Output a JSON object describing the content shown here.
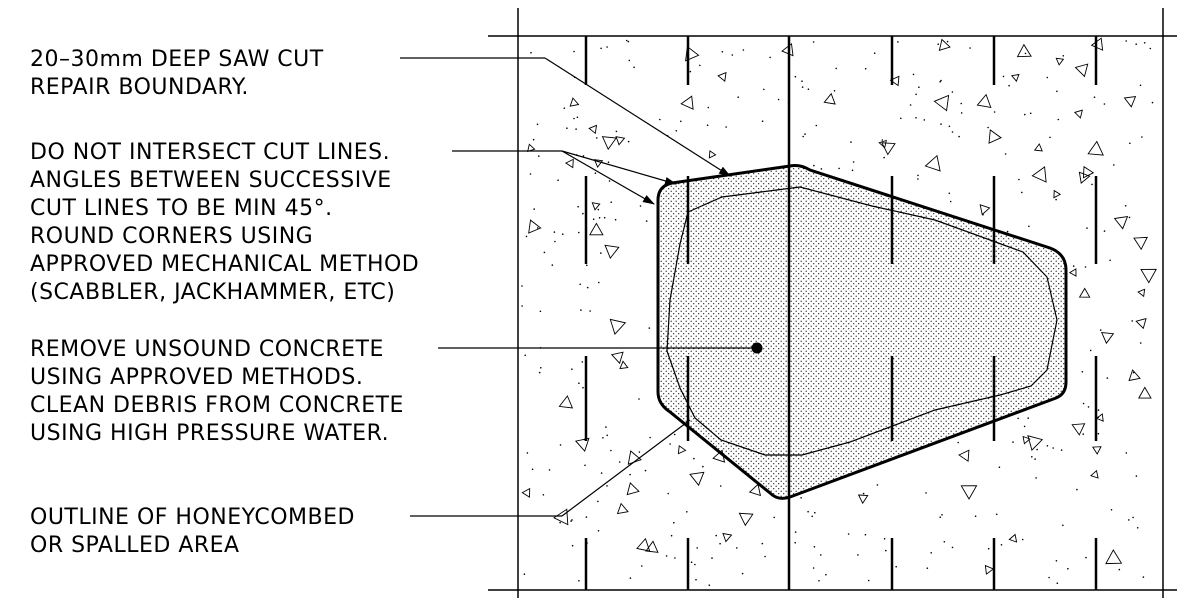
{
  "notes": {
    "saw_cut": [
      "20–30mm DEEP SAW CUT",
      "REPAIR BOUNDARY."
    ],
    "cut_lines": [
      "DO NOT INTERSECT CUT LINES.",
      "ANGLES BETWEEN SUCCESSIVE",
      "CUT LINES TO BE MIN 45°.",
      "ROUND CORNERS USING",
      "APPROVED MECHANICAL METHOD",
      "(SCABBLER, JACKHAMMER, ETC)"
    ],
    "remove": [
      "REMOVE UNSOUND CONCRETE",
      "USING APPROVED METHODS.",
      "CLEAN DEBRIS FROM CONCRETE",
      "USING HIGH PRESSURE WATER."
    ],
    "outline": [
      "OUTLINE OF HONEYCOMBED",
      "OR SPALLED AREA"
    ]
  },
  "colors": {
    "line": "#000000",
    "background": "#ffffff",
    "stipple": "#000000"
  }
}
